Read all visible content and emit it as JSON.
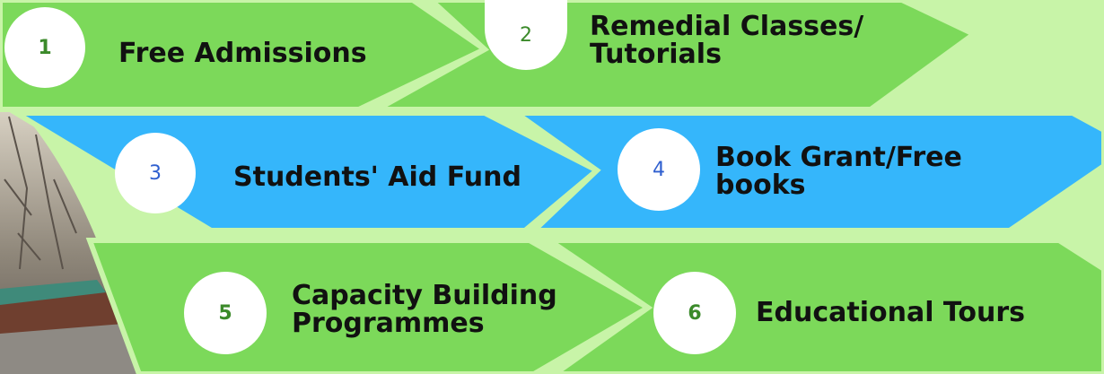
{
  "colors": {
    "background": "#c8f4a8",
    "green_band": "#7cd95a",
    "blue_band": "#35b6fb",
    "circle_fill": "#ffffff",
    "text": "#111111",
    "green_number": "#3b8a2a",
    "blue_number": "#2f5fcf"
  },
  "steps": [
    {
      "number": "1",
      "label_lines": [
        "Free Admissions"
      ]
    },
    {
      "number": "2",
      "label_lines": [
        "Remedial Classes/",
        "Tutorials"
      ]
    },
    {
      "number": "3",
      "label_lines": [
        "Students' Aid Fund"
      ]
    },
    {
      "number": "4",
      "label_lines": [
        "Book Grant/Free",
        "books"
      ]
    },
    {
      "number": "5",
      "label_lines": [
        "Capacity Building",
        "Programmes"
      ]
    },
    {
      "number": "6",
      "label_lines": [
        "Educational Tours"
      ]
    }
  ]
}
